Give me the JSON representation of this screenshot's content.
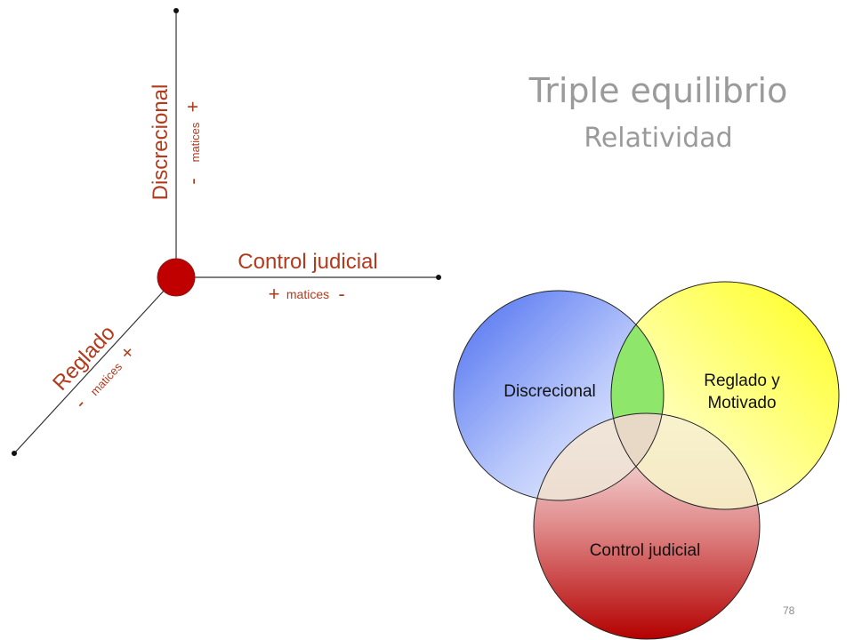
{
  "slide": {
    "title": "Triple equilibrio",
    "subtitle": "Relatividad",
    "page_number": "78"
  },
  "axes": {
    "vertical": {
      "label": "Discrecional",
      "minus": "-",
      "word": "matices",
      "plus": "+"
    },
    "horizontal": {
      "label": "Control judicial",
      "plus": "+",
      "word": "matices",
      "minus": "-"
    },
    "diagonal": {
      "label": "Reglado",
      "minus": "-",
      "word": "matices",
      "plus": "+"
    }
  },
  "venn": {
    "circles": [
      {
        "label": "Discrecional",
        "color": "#5b7cf0"
      },
      {
        "label_line1": "Reglado y",
        "label_line2": "Motivado",
        "color": "#ffff33"
      },
      {
        "label": "Control judicial",
        "color": "#c00000"
      }
    ],
    "overlap_green": "#8ee66b",
    "overlap_beige": "#eadbc8"
  },
  "colors": {
    "axis_text": "#b23b1d",
    "origin_dot": "#c00000",
    "title_text": "#9a9a9a"
  }
}
